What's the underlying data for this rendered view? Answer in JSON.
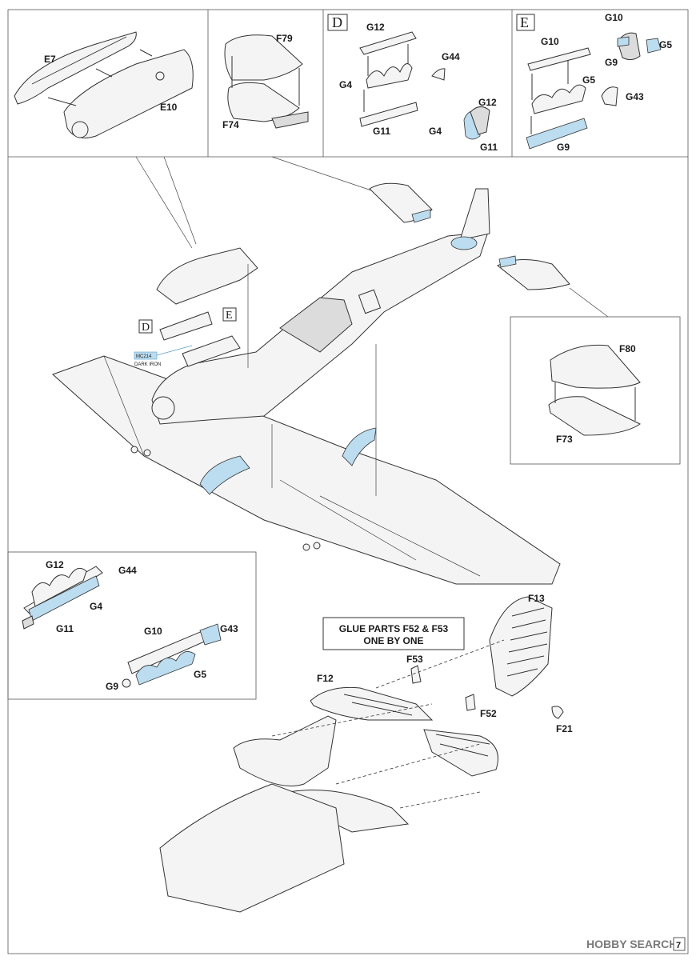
{
  "labels": {
    "e7": "E7",
    "e10": "E10",
    "f79": "F79",
    "f74": "F74",
    "box_d": "D",
    "box_e": "E",
    "d_g12": "G12",
    "d_g44": "G44",
    "d_g4": "G4",
    "d_g11": "G11",
    "d_g12b": "G12",
    "d_g4b": "G4",
    "d_g11b": "G11",
    "e_g10": "G10",
    "e_g5": "G5",
    "e_g43": "G43",
    "e_g9": "G9",
    "e_g10b": "G10",
    "e_g9b": "G9",
    "e_g5b": "G5",
    "main_d": "D",
    "main_e": "E",
    "f80": "F80",
    "f73": "F73",
    "b_g12": "G12",
    "b_g44": "G44",
    "b_g4": "G4",
    "b_g11": "G11",
    "b_g10": "G10",
    "b_g43": "G43",
    "b_g5": "G5",
    "b_g9": "G9",
    "f53": "F53",
    "f12": "F12",
    "f52": "F52",
    "f13": "F13",
    "f21": "F21"
  },
  "color_callout": {
    "code": "MC214",
    "name": "DARK IRON"
  },
  "colors": {
    "callout_blue": "#bcdcef",
    "line": "#333333"
  },
  "note": {
    "line1": "GLUE PARTS F52 & F53",
    "line2": "ONE BY ONE"
  },
  "footer": {
    "watermark": "HOBBY SEARCH",
    "page_number": "7"
  }
}
